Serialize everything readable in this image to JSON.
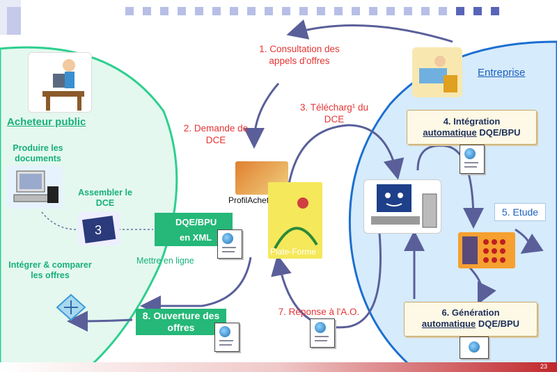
{
  "slide": {
    "page_number": "23"
  },
  "acheteur": {
    "title": "Acheteur public",
    "produire": "Produire les documents",
    "assembler": "Assembler le DCE",
    "integrer": "Intégrer & comparer les offres"
  },
  "entreprise": {
    "title": "Entreprise"
  },
  "steps": {
    "s1": "1. Consultation des appels d'offres",
    "s2": "2. Demande de DCE",
    "s3": "3. Télécharg¹ du DCE",
    "s4_line1": "4. Intégration",
    "s4_line2_link": "automatique",
    "s4_line2_rest": " DQE/BPU",
    "s5": "5. Etude",
    "s6_line1": "6. Génération",
    "s6_line2_link": "automatique",
    "s6_line2_rest": " DQE/BPU",
    "s7": "7. Réponse à l'A.O.",
    "s8": "8. Ouverture des offres"
  },
  "center": {
    "dqe_line1": "DQE/BPU",
    "dqe_line2": "en XML",
    "mettre": "Mettre en ligne",
    "profil": "ProfilAcheteur",
    "plateforme": "Plate-Forme"
  },
  "colors": {
    "green_region": "#3dd49a",
    "blue_region": "#1b6fd0",
    "arrow": "#5a5f9a",
    "red_text": "#e53535",
    "green_text": "#19b07a"
  }
}
